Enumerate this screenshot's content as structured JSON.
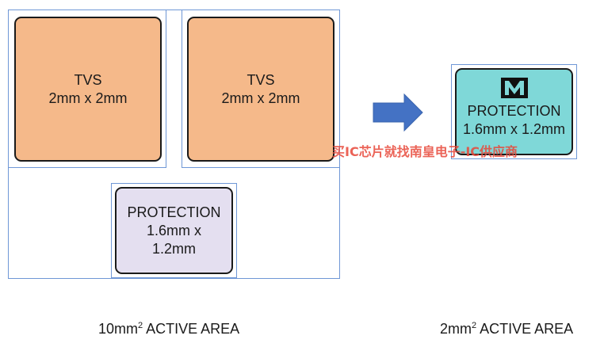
{
  "left_group": {
    "tvs_1": {
      "line1": "TVS",
      "line2": "2mm x 2mm"
    },
    "tvs_2": {
      "line1": "TVS",
      "line2": "2mm x 2mm"
    },
    "protection": {
      "line1": "PROTECTION",
      "line2": "1.6mm x",
      "line3": "1.2mm"
    },
    "caption_prefix": "10mm",
    "caption_sup": "2",
    "caption_suffix": " ACTIVE AREA"
  },
  "arrow": {
    "icon": "right-arrow-icon",
    "color": "#4472c4"
  },
  "right_group": {
    "logo_icon": "maxim-logo-icon",
    "protection": {
      "line1": "PROTECTION",
      "line2": "1.6mm x 1.2mm"
    },
    "caption_prefix": "2mm",
    "caption_sup": "2",
    "caption_suffix": " ACTIVE AREA"
  },
  "watermark": "买IC芯片就找南皇电子-IC供应商",
  "colors": {
    "tvs_fill": "#f5b98a",
    "protection_left_fill": "#e4dff0",
    "protection_right_fill": "#7fd8d8",
    "frame_border": "#6f97d6",
    "arrow": "#4472c4",
    "watermark": "#e8483a"
  }
}
